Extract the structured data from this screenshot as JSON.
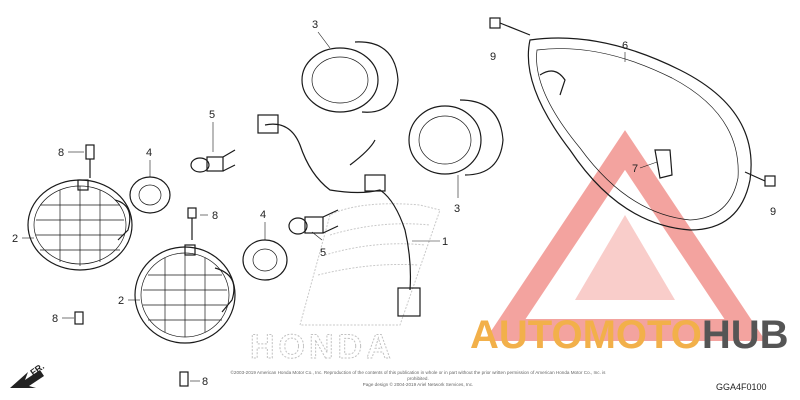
{
  "diagram": {
    "brand_outline": "HONDA",
    "front_marker": "FR.",
    "diagram_code": "GGA4F0100",
    "copyright_lines": [
      "©2003-2019 American Honda Motor Co., Inc. Reproduction of the contents of this publication in whole or in part without the prior written permission of American Honda Motor Co., Inc. is prohibited.",
      "Page design © 2004-2019 Ariel Network Services, Inc."
    ],
    "callouts": {
      "c1": "1",
      "c2a": "2",
      "c2b": "2",
      "c3a": "3",
      "c3b": "3",
      "c4a": "4",
      "c4b": "4",
      "c5a": "5",
      "c5b": "5",
      "c6": "6",
      "c7": "7",
      "c8a": "8",
      "c8b": "8",
      "c8c": "8",
      "c8d": "8",
      "c9a": "9",
      "c9b": "9"
    }
  },
  "watermark": {
    "word_part1": "AUTOMOTO",
    "word_part2": "HUB",
    "color_primary": "#f2b04a",
    "color_secondary": "#555555",
    "triangle_color": "#f0857f"
  }
}
